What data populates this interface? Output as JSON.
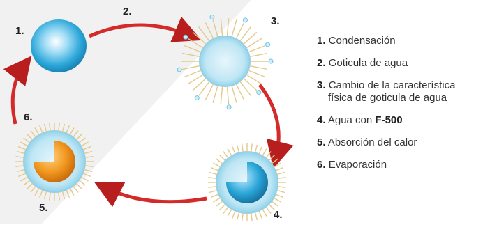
{
  "diagram": {
    "stages": [
      {
        "number": "1."
      },
      {
        "number": "2."
      },
      {
        "number": "3."
      },
      {
        "number": "4."
      },
      {
        "number": "5."
      },
      {
        "number": "6."
      }
    ],
    "legend": [
      {
        "number": "1.",
        "text": "Condensación"
      },
      {
        "number": "2.",
        "text": "Goticula de agua"
      },
      {
        "number": "3.",
        "text_line1": "Cambio de la característica",
        "text_line2": "física de goticula de agua"
      },
      {
        "number": "4.",
        "text_prefix": "Agua con ",
        "text_bold": "F-500"
      },
      {
        "number": "5.",
        "text": "Absorción del calor"
      },
      {
        "number": "6.",
        "text": "Evaporación"
      }
    ],
    "colors": {
      "arrow": "#d42a2a",
      "droplet": "#2aa6d8",
      "core": "#f0961e",
      "molecule": "#e4c98a"
    }
  }
}
